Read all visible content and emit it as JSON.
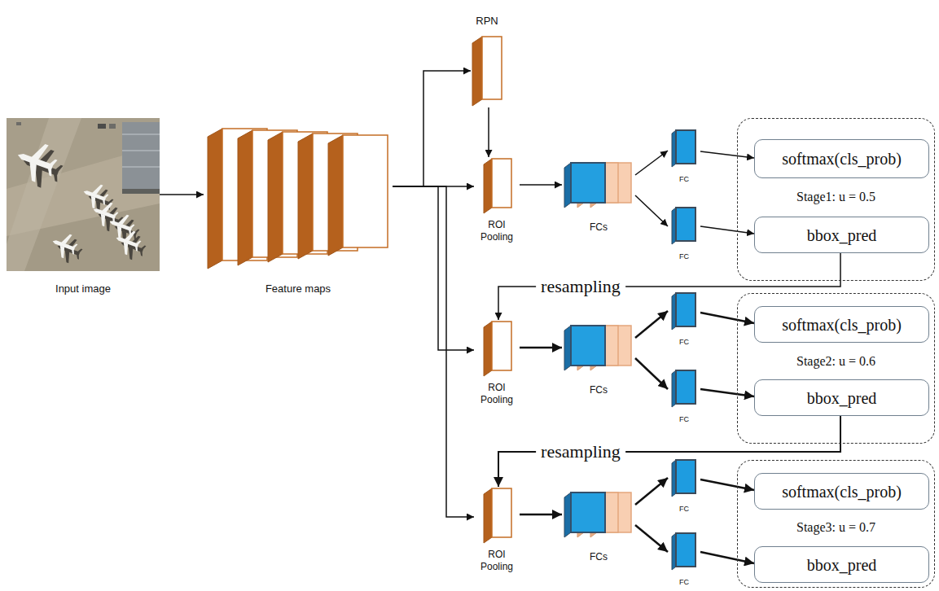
{
  "diagram": {
    "nodes": [
      {
        "text": [
          "Input image"
        ]
      },
      {
        "text": [
          "Feature maps"
        ]
      },
      {
        "text": [
          "RPN"
        ]
      },
      {
        "text": [
          "ROI Pooling"
        ]
      },
      {
        "text": [
          "FCs"
        ]
      },
      {
        "text": [
          "FC"
        ]
      },
      {
        "text": [
          "FC"
        ]
      },
      {
        "text": [
          "Stage1: u = 0.5"
        ]
      },
      {
        "text": [
          "softmax(cls_prob)"
        ],
        "in": 7
      },
      {
        "text": [
          "bbox_pred"
        ],
        "in": 7
      },
      {
        "text": [
          "ROI Pooling"
        ]
      },
      {
        "text": [
          "FCs"
        ]
      },
      {
        "text": [
          "FC"
        ]
      },
      {
        "text": [
          "FC"
        ]
      },
      {
        "text": [
          "Stage2: u = 0.6"
        ]
      },
      {
        "text": [
          "softmax(cls_prob)"
        ],
        "in": 14
      },
      {
        "text": [
          "bbox_pred"
        ],
        "in": 14
      },
      {
        "text": [
          "ROI Pooling"
        ]
      },
      {
        "text": [
          "FCs"
        ]
      },
      {
        "text": [
          "FC"
        ]
      },
      {
        "text": [
          "FC"
        ]
      },
      {
        "text": [
          "Stage3: u = 0.7"
        ]
      },
      {
        "text": [
          "softmax(cls_prob)"
        ],
        "in": 21
      },
      {
        "text": [
          "bbox_pred"
        ],
        "in": 21
      }
    ],
    "edges": [
      {
        "from": 0,
        "to": 1,
        "arrow": "to"
      },
      {
        "from": 1,
        "to": 2,
        "arrow": "to"
      },
      {
        "from": 2,
        "to": 3,
        "arrow": "to"
      },
      {
        "from": 1,
        "to": 3,
        "arrow": "to"
      },
      {
        "from": 1,
        "to": 10,
        "arrow": "to"
      },
      {
        "from": 1,
        "to": 17,
        "arrow": "to"
      },
      {
        "from": 3,
        "to": 4,
        "arrow": "to"
      },
      {
        "from": 4,
        "to": 5,
        "arrow": "to"
      },
      {
        "from": 4,
        "to": 6,
        "arrow": "to"
      },
      {
        "from": 5,
        "to": 8,
        "arrow": "to"
      },
      {
        "from": 6,
        "to": 9,
        "arrow": "to"
      },
      {
        "from": 9,
        "to": 10,
        "label": "resampling",
        "arrow": "to"
      },
      {
        "from": 10,
        "to": 11,
        "arrow": "to"
      },
      {
        "from": 11,
        "to": 12,
        "arrow": "to"
      },
      {
        "from": 11,
        "to": 13,
        "arrow": "to"
      },
      {
        "from": 12,
        "to": 15,
        "arrow": "to"
      },
      {
        "from": 13,
        "to": 16,
        "arrow": "to"
      },
      {
        "from": 16,
        "to": 17,
        "label": "resampling",
        "arrow": "to"
      },
      {
        "from": 17,
        "to": 18,
        "arrow": "to"
      },
      {
        "from": 18,
        "to": 19,
        "arrow": "to"
      },
      {
        "from": 18,
        "to": 20,
        "arrow": "to"
      },
      {
        "from": 19,
        "to": 22,
        "arrow": "to"
      },
      {
        "from": 20,
        "to": 23,
        "arrow": "to"
      }
    ]
  }
}
